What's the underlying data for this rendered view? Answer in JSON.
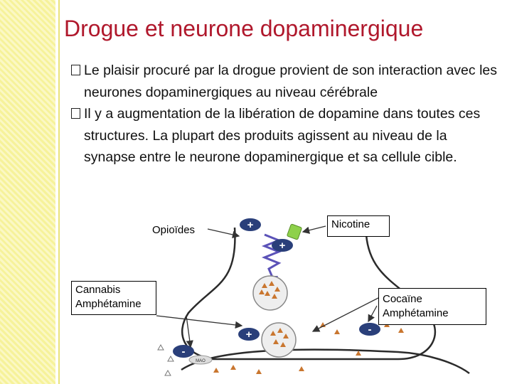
{
  "slide": {
    "title": "Drogue et neurone dopaminergique",
    "bullets": [
      "Le plaisir procuré par la drogue provient de son interaction avec les neurones dopaminergiques au niveau cérébrale",
      "Il y a augmentation de la libération de dopamine dans toutes ces structures. La plupart des produits agissent au niveau de la synapse entre le neurone dopaminergique et sa cellule cible."
    ]
  },
  "diagram": {
    "labels": {
      "opioides": "Opioïdes",
      "nicotine": "Nicotine",
      "cannabis": "Cannabis",
      "amphetamine_left": "Amphétamine",
      "cocaine": "Cocaïne",
      "amphetamine_right": "Amphétamine",
      "plus": "+",
      "minus": "-",
      "mao": "MAO"
    },
    "colors": {
      "title": "#b0182c",
      "receptor": "#2a3f7a",
      "nicotine": "#8ed14a",
      "vesicle": "#c9762f",
      "zigzag": "#5b52b8"
    }
  }
}
